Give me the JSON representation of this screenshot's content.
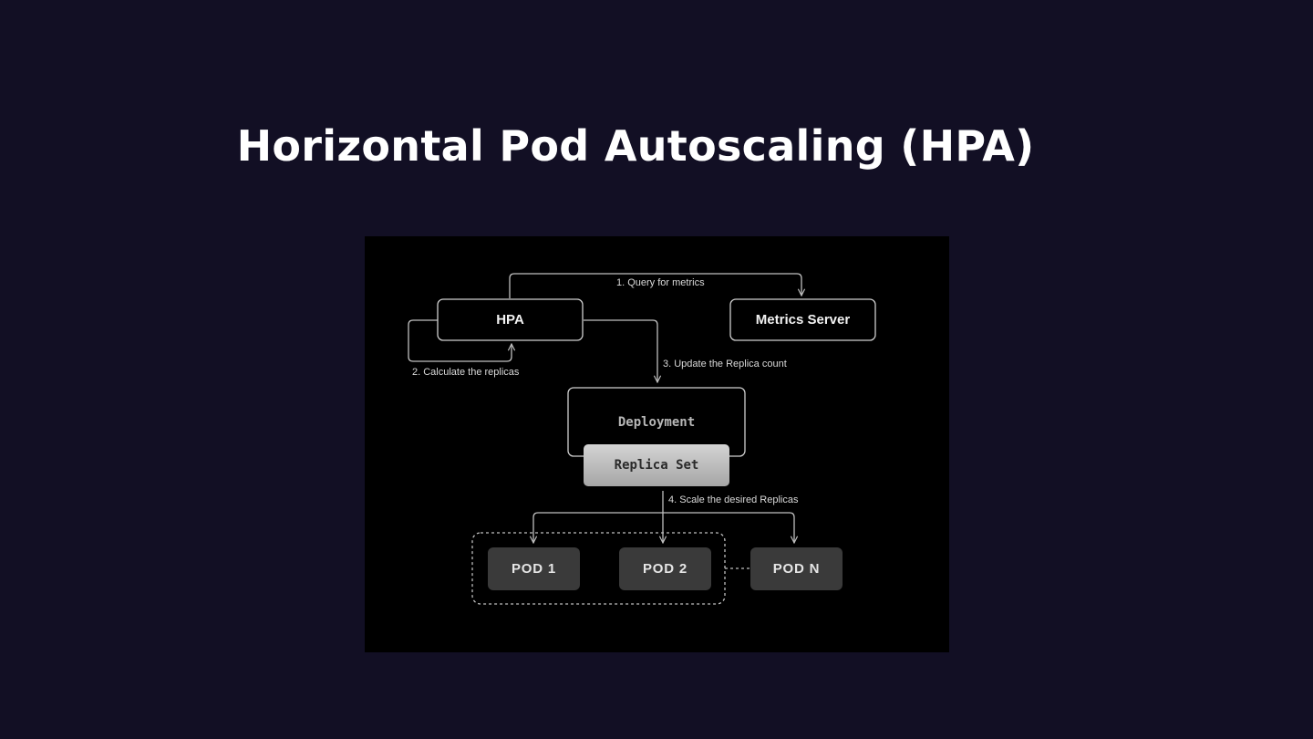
{
  "slide": {
    "title": "Horizontal Pod Autoscaling (HPA)"
  },
  "diagram": {
    "nodes": {
      "hpa": "HPA",
      "metrics_server": "Metrics Server",
      "deployment": "Deployment",
      "replica_set": "Replica Set",
      "pods": [
        "POD 1",
        "POD 2",
        "POD N"
      ]
    },
    "steps": {
      "query_metrics": "1. Query for metrics",
      "calculate_replicas": "2. Calculate the replicas",
      "update_replica_count": "3. Update the Replica count",
      "scale_replicas": "4. Scale the desired Replicas"
    },
    "colors": {
      "slide_background": "#120f24",
      "panel_background": "#000000",
      "line": "#bfbfbf",
      "pod_fill": "#3a3a3a",
      "replica_set_fill": "#c4c4c4"
    }
  }
}
